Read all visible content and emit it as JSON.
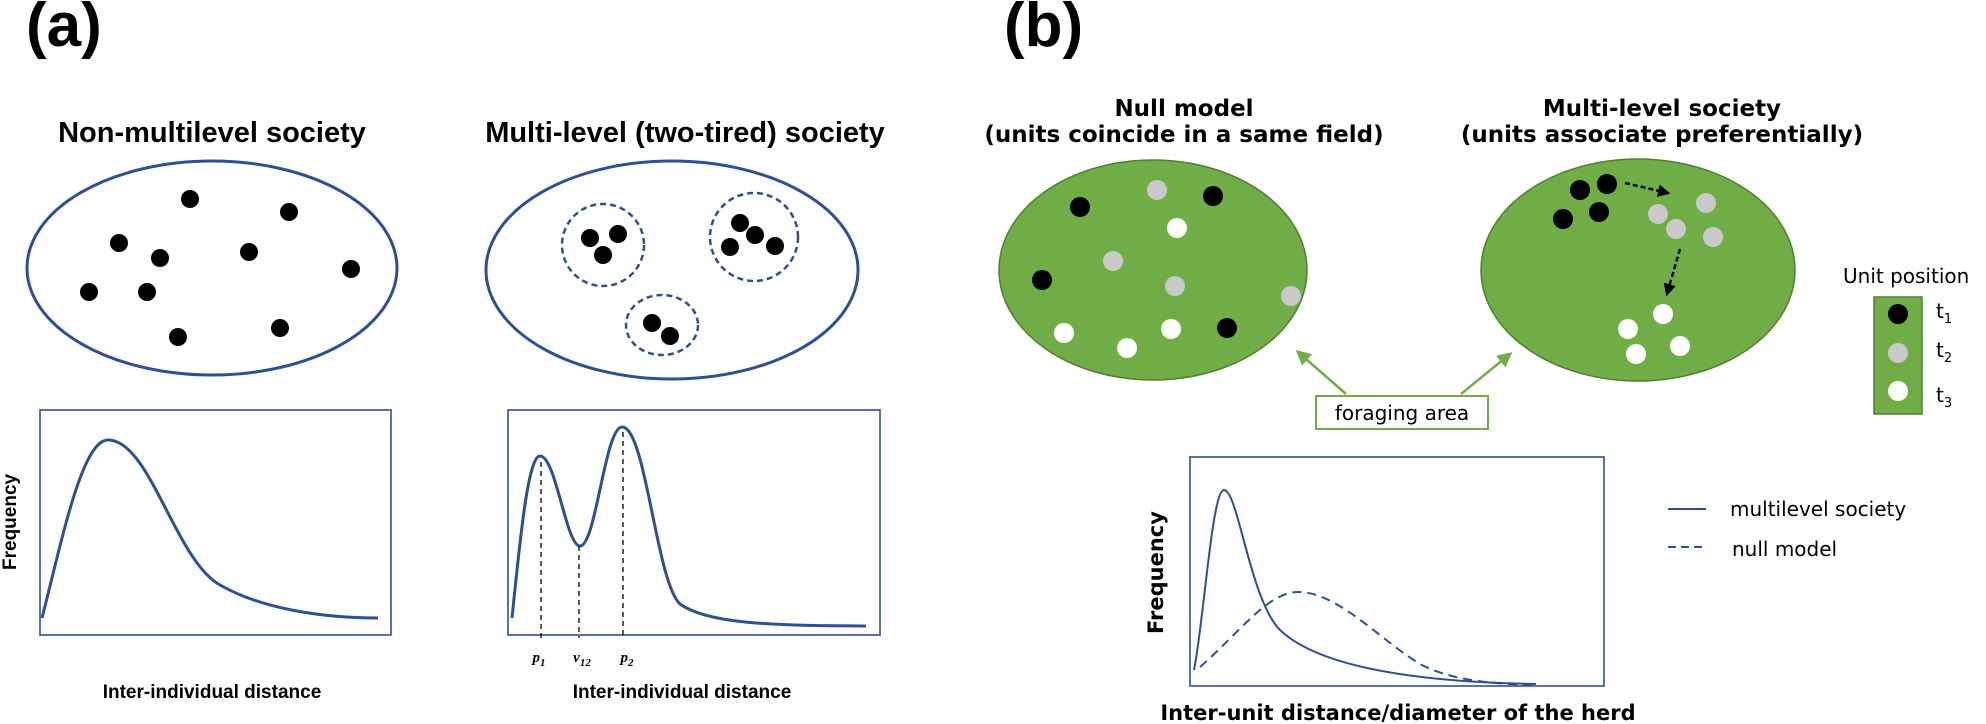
{
  "panel_a": {
    "tag": "(a)",
    "left": {
      "title": "Non-multilevel society",
      "ylabel": "Frequency",
      "xlabel": "Inter-individual distance"
    },
    "right": {
      "title": "Multi-level (two-tired) society",
      "xlabel": "Inter-individual distance",
      "ticks": [
        "p1",
        "v12",
        "p2"
      ],
      "tick_main": [
        "p",
        "v",
        "p"
      ],
      "tick_sub": [
        "1",
        "12",
        "2"
      ]
    }
  },
  "panel_b": {
    "tag": "(b)",
    "null_model": {
      "title_line1": "Null model",
      "title_line2": "(units coincide in a same field)"
    },
    "multilevel": {
      "title_line1": "Multi-level society",
      "title_line2": "(units associate preferentially)"
    },
    "foraging_label": "foraging area",
    "unit_position": {
      "title": "Unit position",
      "items": [
        {
          "main": "t",
          "sub": "1",
          "color": "#000000"
        },
        {
          "main": "t",
          "sub": "2",
          "color": "#c9c9c9"
        },
        {
          "main": "t",
          "sub": "3",
          "color": "#ffffff"
        }
      ]
    },
    "chart": {
      "ylabel": "Frequency",
      "xlabel": "Inter-unit distance/diameter of the herd"
    },
    "legend": {
      "solid": "multilevel society",
      "dashed": "null model"
    }
  },
  "colors": {
    "curve": "#2e4f94",
    "field": "#70ad47",
    "grey_dot": "#c9c9c9"
  }
}
